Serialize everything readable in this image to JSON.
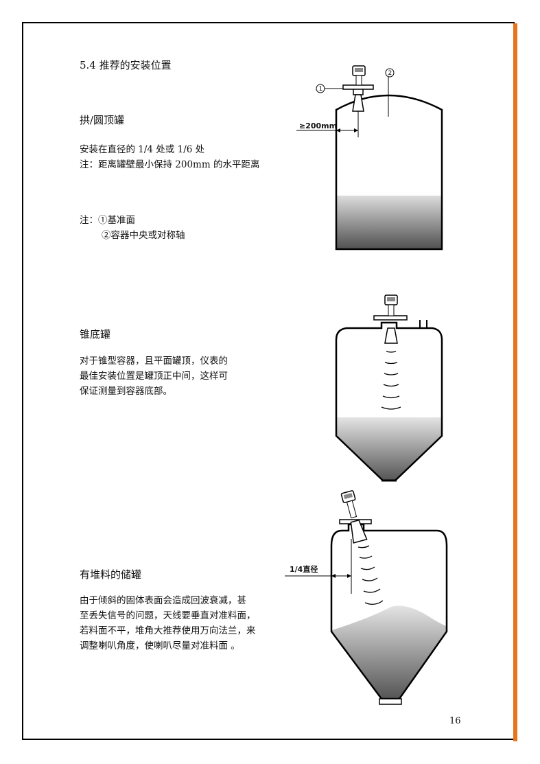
{
  "section_title": "5.4 推荐的安装位置",
  "dome": {
    "heading": "拱/圆顶罐",
    "line1": "安装在直径的 1/4 处或 1/6 处",
    "line2": "注：距离罐壁最小保持 200mm 的水平距离",
    "note1": "注：①基准面",
    "note2": "②容器中央或对称轴",
    "label_distance": "≥200mm",
    "label_1": "1",
    "label_2": "2"
  },
  "cone": {
    "heading": "锥底罐",
    "line1": "对于锥型容器，且平面罐顶，仪表的",
    "line2": "最佳安装位置是罐顶正中间，这样可",
    "line3": "保证测量到容器底部。"
  },
  "pile": {
    "heading": "有堆料的储罐",
    "line1": "由于倾斜的固体表面会造成回波衰减，甚",
    "line2": "至丢失信号的问题，天线要垂直对准料面，",
    "line3": "若料面不平，堆角大推荐使用万向法兰，来",
    "line4": "调整喇叭角度，使喇叭尽量对准料面 。",
    "label_quarter": "1/4直径"
  },
  "page_number": "16",
  "colors": {
    "accent": "#e8741c",
    "material_dark": "#555555",
    "material_light": "#dddddd"
  }
}
